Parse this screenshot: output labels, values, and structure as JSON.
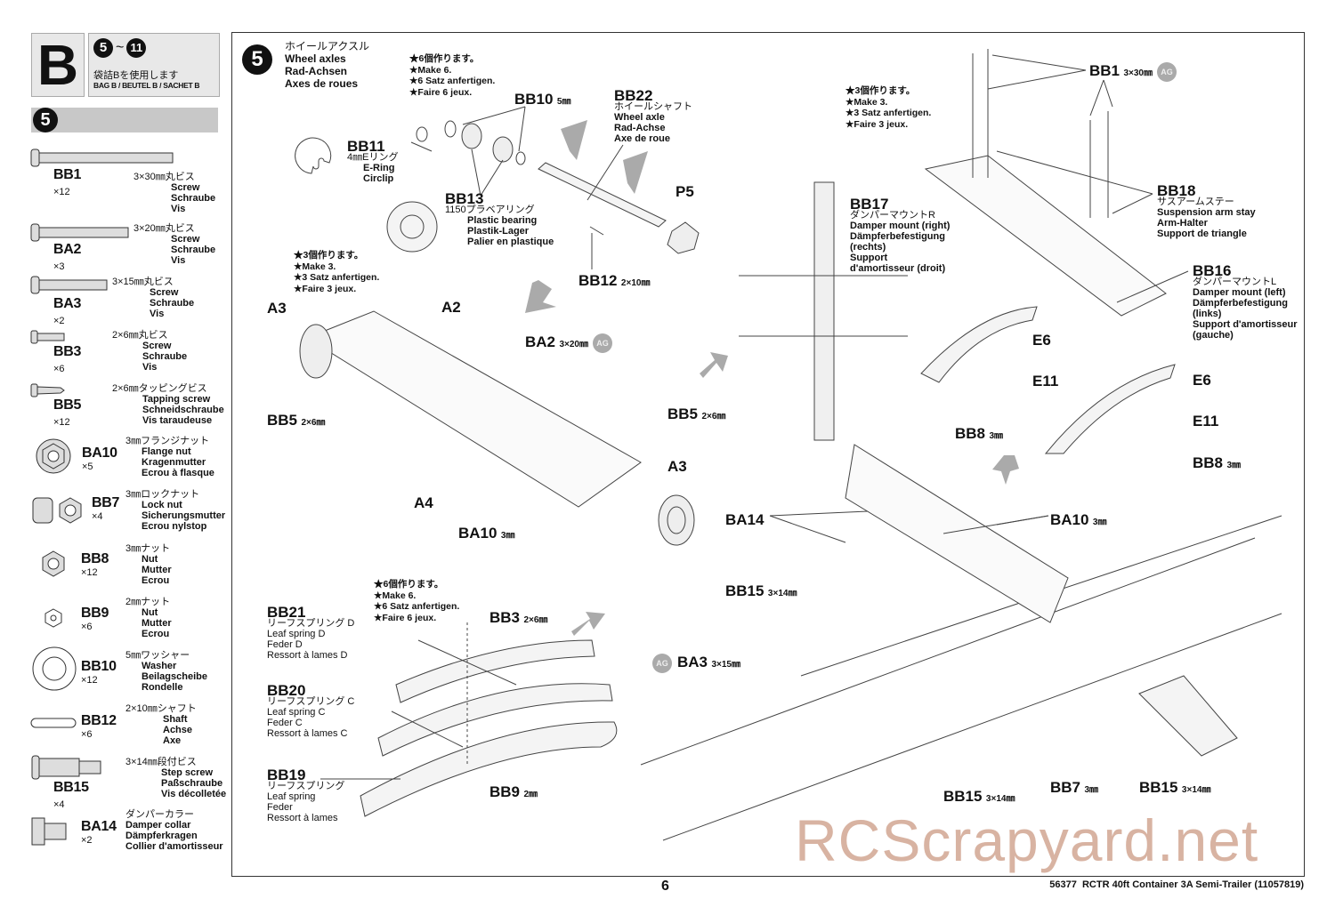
{
  "header": {
    "bag_letter": "B",
    "step_range_start": "5",
    "step_range_sep": "~",
    "step_range_end": "11",
    "bag_jp": "袋詰Bを使用します",
    "bag_label": "BAG B / BEUTEL B / SACHET B",
    "step_bar_number": "5"
  },
  "parts_list": [
    {
      "code": "BB1",
      "qty": "×12",
      "jp": "3×30㎜丸ビス",
      "en": "Screw",
      "de": "Schraube",
      "fr": "Vis",
      "icon": "long-screw-icon"
    },
    {
      "code": "BA2",
      "qty": "×3",
      "jp": "3×20㎜丸ビス",
      "en": "Screw",
      "de": "Schraube",
      "fr": "Vis",
      "icon": "screw-icon"
    },
    {
      "code": "BA3",
      "qty": "×2",
      "jp": "3×15㎜丸ビス",
      "en": "Screw",
      "de": "Schraube",
      "fr": "Vis",
      "icon": "screw-icon"
    },
    {
      "code": "BB3",
      "qty": "×6",
      "jp": "2×6㎜丸ビス",
      "en": "Screw",
      "de": "Schraube",
      "fr": "Vis",
      "icon": "small-screw-icon"
    },
    {
      "code": "BB5",
      "qty": "×12",
      "jp": "2×6㎜タッピングビス",
      "en": "Tapping screw",
      "de": "Schneidschraube",
      "fr": "Vis taraudeuse",
      "icon": "tapping-screw-icon"
    },
    {
      "code": "BA10",
      "qty": "×5",
      "jp": "3㎜フランジナット",
      "en": "Flange nut",
      "de": "Kragenmutter",
      "fr": "Ecrou à flasque",
      "icon": "flange-nut-icon"
    },
    {
      "code": "BB7",
      "qty": "×4",
      "jp": "3㎜ロックナット",
      "en": "Lock nut",
      "de": "Sicherungsmutter",
      "fr": "Ecrou nylstop",
      "icon": "lock-nut-icon"
    },
    {
      "code": "BB8",
      "qty": "×12",
      "jp": "3㎜ナット",
      "en": "Nut",
      "de": "Mutter",
      "fr": "Ecrou",
      "icon": "hex-nut-icon"
    },
    {
      "code": "BB9",
      "qty": "×6",
      "jp": "2㎜ナット",
      "en": "Nut",
      "de": "Mutter",
      "fr": "Ecrou",
      "icon": "small-hex-nut-icon"
    },
    {
      "code": "BB10",
      "qty": "×12",
      "jp": "5㎜ワッシャー",
      "en": "Washer",
      "de": "Beilagscheibe",
      "fr": "Rondelle",
      "icon": "washer-icon"
    },
    {
      "code": "BB12",
      "qty": "×6",
      "jp": "2×10㎜シャフト",
      "en": "Shaft",
      "de": "Achse",
      "fr": "Axe",
      "icon": "shaft-icon"
    },
    {
      "code": "BB15",
      "qty": "×4",
      "jp": "3×14㎜段付ビス",
      "en": "Step screw",
      "de": "Paßschraube",
      "fr": "Vis décolletée",
      "icon": "step-screw-icon"
    },
    {
      "code": "BA14",
      "qty": "×2",
      "jp": "ダンパーカラー",
      "en": "Damper collar",
      "de": "Dämpferkragen",
      "fr": "Collier d'amortisseur",
      "icon": "damper-collar-icon"
    }
  ],
  "step": {
    "number": "5",
    "title_jp": "ホイールアクスル",
    "title_en": "Wheel axles",
    "title_de": "Rad-Achsen",
    "title_fr": "Axes de roues"
  },
  "notes": {
    "make6": [
      "★6個作ります。",
      "★Make 6.",
      "★6 Satz anfertigen.",
      "★Faire 6 jeux."
    ],
    "make3": [
      "★3個作ります。",
      "★Make 3.",
      "★3 Satz anfertigen.",
      "★Faire 3 jeux."
    ]
  },
  "callouts": {
    "bb10": {
      "code": "BB10",
      "size": "5㎜"
    },
    "bb22": {
      "code": "BB22",
      "lines": [
        "ホイールシャフト",
        "Wheel axle",
        "Rad-Achse",
        "Axe de roue"
      ]
    },
    "bb11": {
      "code": "BB11",
      "lines": [
        "4㎜Eリング",
        "E-Ring",
        "Circlip"
      ]
    },
    "bb13": {
      "code": "BB13",
      "lines": [
        "1150プラベアリング",
        "Plastic bearing",
        "Plastik-Lager",
        "Palier en plastique"
      ]
    },
    "p5": "P5",
    "bb12": {
      "code": "BB12",
      "size": "2×10㎜"
    },
    "a3_left": "A3",
    "a2": "A2",
    "ba2": {
      "code": "BA2",
      "size": "3×20㎜",
      "badge": "AG"
    },
    "bb5_left": {
      "code": "BB5",
      "size": "2×6㎜"
    },
    "bb5_right": {
      "code": "BB5",
      "size": "2×6㎜"
    },
    "a4": "A4",
    "ba10_axle": {
      "code": "BA10",
      "size": "3㎜"
    },
    "a3_right": "A3",
    "bb21": {
      "code": "BB21",
      "lines": [
        "リーフスプリング D",
        "Leaf spring D",
        "Feder D",
        "Ressort à lames D"
      ]
    },
    "bb3": {
      "code": "BB3",
      "size": "2×6㎜"
    },
    "bb20": {
      "code": "BB20",
      "lines": [
        "リーフスプリング C",
        "Leaf spring C",
        "Feder C",
        "Ressort à lames C"
      ]
    },
    "bb19": {
      "code": "BB19",
      "lines": [
        "リーフスプリング",
        "Leaf spring",
        "Feder",
        "Ressort à lames"
      ]
    },
    "bb9": {
      "code": "BB9",
      "size": "2㎜"
    },
    "bb1": {
      "code": "BB1",
      "size": "3×30㎜",
      "badge": "AG"
    },
    "bb17": {
      "code": "BB17",
      "lines": [
        "ダンパーマウントR",
        "Damper mount (right)",
        "Dämpferbefestigung",
        "(rechts)",
        "Support",
        "d'amortisseur (droit)"
      ]
    },
    "bb18": {
      "code": "BB18",
      "lines": [
        "サスアームステー",
        "Suspension arm stay",
        "Arm-Halter",
        "Support de triangle"
      ]
    },
    "bb16": {
      "code": "BB16",
      "lines": [
        "ダンパーマウントL",
        "Damper mount (left)",
        "Dämpferbefestigung",
        "(links)",
        "Support d'amortisseur",
        "(gauche)"
      ]
    },
    "e6_left": "E6",
    "e11_left": "E11",
    "e6_right": "E6",
    "e11_right": "E11",
    "bb8_left": {
      "code": "BB8",
      "size": "3㎜"
    },
    "bb8_right": {
      "code": "BB8",
      "size": "3㎜"
    },
    "ba14": {
      "code": "BA14"
    },
    "ba10_chassis": {
      "code": "BA10",
      "size": "3㎜"
    },
    "bb15_top": {
      "code": "BB15",
      "size": "3×14㎜"
    },
    "ba3": {
      "code": "BA3",
      "size": "3×15㎜",
      "badge": "AG"
    },
    "bb7": {
      "code": "BB7",
      "size": "3㎜"
    },
    "bb15_right": {
      "code": "BB15",
      "size": "3×14㎜"
    },
    "bb15_bottom": {
      "code": "BB15",
      "size": "3×14㎜"
    }
  },
  "footer": {
    "page_number": "6",
    "product": "56377  RCTR 40ft Container 3A Semi-Trailer (11057819)"
  },
  "watermark": "RCScrapyard.net",
  "colors": {
    "watermark": "#d8b3a2",
    "arrow": "#aaaaaa",
    "badge": "#aaaaaa",
    "sidebar_bar": "#c8c8c8"
  }
}
